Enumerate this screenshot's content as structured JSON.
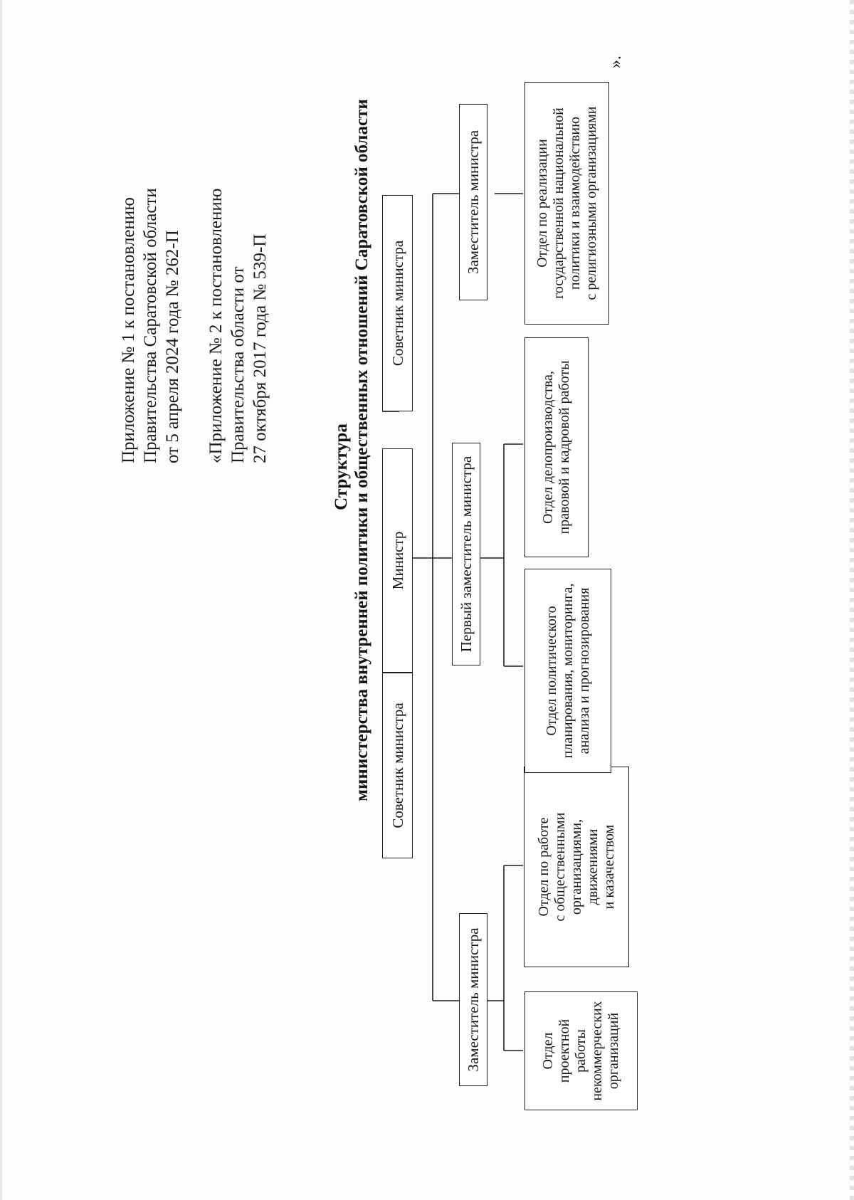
{
  "header": {
    "lines_a": [
      "Приложение № 1 к постановлению",
      "Правительства Саратовской области",
      "от 5 апреля 2024 года № 262-П"
    ],
    "lines_b": [
      "«Приложение № 2 к постановлению",
      "Правительства области от",
      "27 октября 2017 года № 539-П"
    ]
  },
  "title": {
    "line1": "Структура",
    "line2": "министерства внутренней политики и общественных отношений Саратовской области"
  },
  "org": {
    "minister": "Министр",
    "advisor_left": "Советник министра",
    "advisor_right": "Советник министра",
    "deputy_left": "Заместитель министра",
    "first_deputy": "Первый заместитель министра",
    "deputy_right": "Заместитель министра",
    "dept_projects": [
      "Отдел",
      "проектной",
      "работы",
      "некоммерческих",
      "организаций"
    ],
    "dept_public": [
      "Отдел по работе",
      "с общественными",
      "организациями,",
      "движениями",
      "и казачеством"
    ],
    "dept_planning": [
      "Отдел политического",
      "планирования, мониторинга,",
      "анализа и прогнозирования"
    ],
    "dept_records": [
      "Отдел делопроизводства,",
      "правовой и кадровой работы"
    ],
    "dept_national": [
      "Отдел по реализации",
      "государственной национальной",
      "политики и взаимодействию",
      "с религиозными организациями"
    ]
  },
  "closing_mark": "».",
  "colors": {
    "ink": "#1d1d1d",
    "paper": "#fdfdfd"
  }
}
